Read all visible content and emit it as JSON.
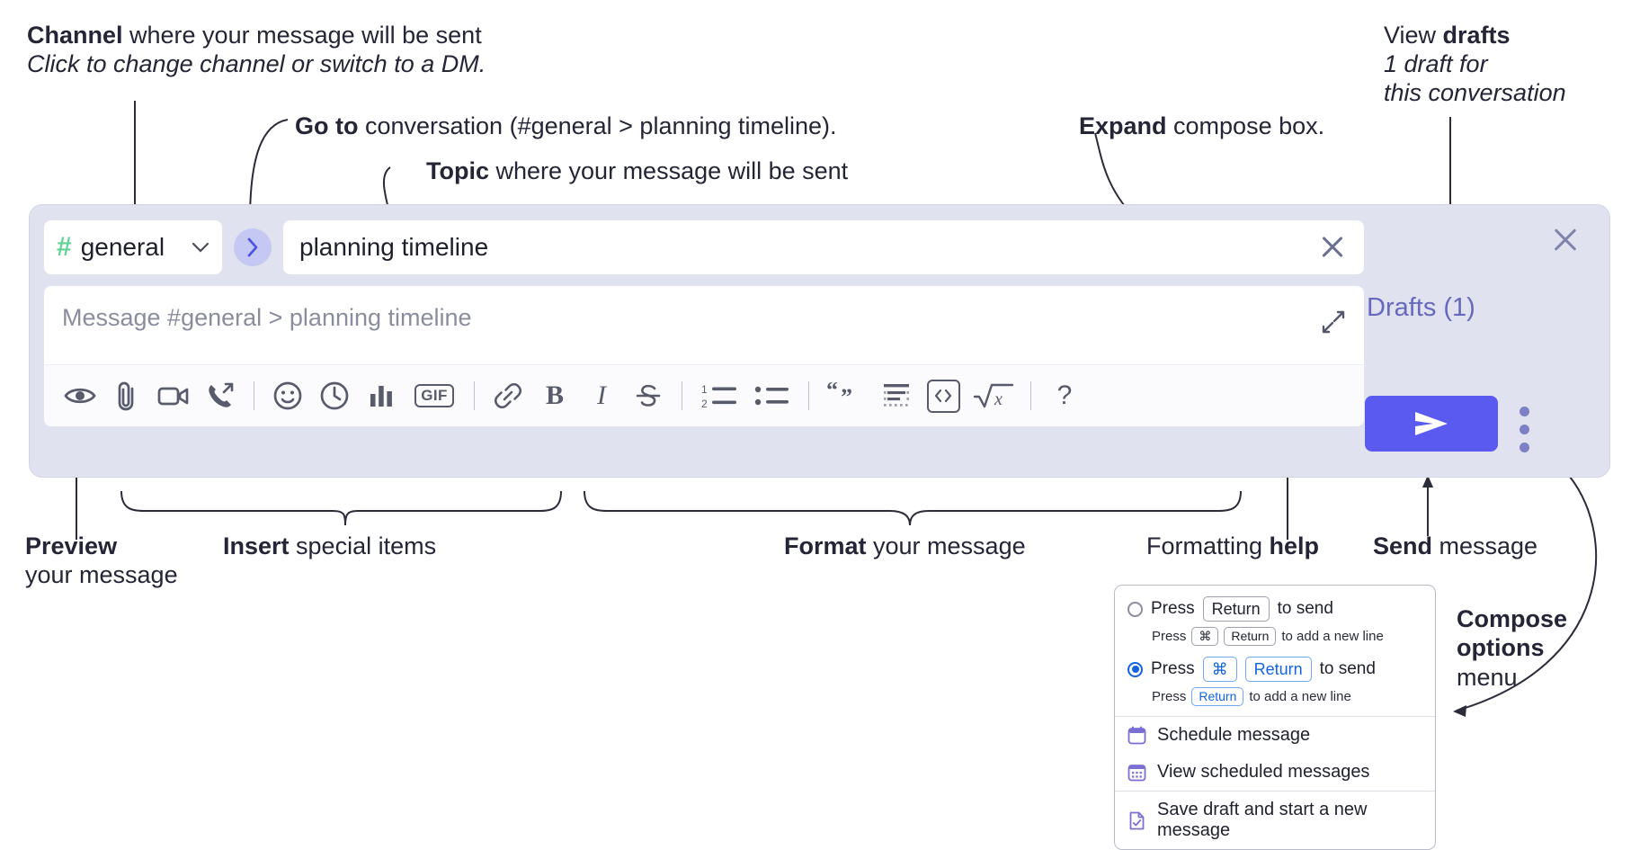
{
  "annotations": {
    "channel": {
      "bold": "Channel",
      "rest": " where your message will be sent",
      "italic": "Click to change channel or switch to a DM."
    },
    "goto": {
      "bold": "Go to",
      "rest": " conversation (#general > planning timeline)."
    },
    "topic": {
      "bold": "Topic",
      "rest": " where your message will be sent"
    },
    "expand": {
      "bold": "Expand",
      "rest": " compose box."
    },
    "drafts": {
      "lead": "View ",
      "bold": "drafts",
      "italic1": "1 draft for",
      "italic2": "this conversation"
    },
    "preview": {
      "bold": "Preview",
      "rest": "your message"
    },
    "insert": {
      "bold": "Insert",
      "rest": " special items"
    },
    "format": {
      "bold": "Format",
      "rest": " your message"
    },
    "formatting_help": {
      "lead": "Formatting ",
      "bold": "help"
    },
    "send": {
      "bold": "Send",
      "rest": " message"
    },
    "compose_options": {
      "bold1": "Compose",
      "bold2": "options",
      "rest": "menu"
    }
  },
  "compose": {
    "channel": {
      "hash": "#",
      "name": "general",
      "chevron": "chevron-down"
    },
    "goto_glyph": "›",
    "topic": {
      "value": "planning timeline",
      "clear": "close-icon"
    },
    "message": {
      "placeholder": "Message #general > planning timeline"
    },
    "toolbar": [
      {
        "name": "preview-icon",
        "label": "Preview"
      },
      {
        "name": "attachment-icon",
        "label": "Attach file"
      },
      {
        "name": "video-icon",
        "label": "Record video clip"
      },
      {
        "name": "audio-call-icon",
        "label": "Record audio clip"
      },
      {
        "name": "separator",
        "label": ""
      },
      {
        "name": "emoji-icon",
        "label": "Emoji"
      },
      {
        "name": "clock-icon",
        "label": "Reminder"
      },
      {
        "name": "poll-icon",
        "label": "Poll"
      },
      {
        "name": "gif-icon",
        "label": "GIF"
      },
      {
        "name": "separator",
        "label": ""
      },
      {
        "name": "link-icon",
        "label": "Link"
      },
      {
        "name": "bold-icon",
        "label": "B"
      },
      {
        "name": "italic-icon",
        "label": "I"
      },
      {
        "name": "strikethrough-icon",
        "label": "Strikethrough"
      },
      {
        "name": "separator",
        "label": ""
      },
      {
        "name": "ordered-list-icon",
        "label": "Ordered list"
      },
      {
        "name": "bulleted-list-icon",
        "label": "Bulleted list"
      },
      {
        "name": "separator",
        "label": ""
      },
      {
        "name": "blockquote-icon",
        "label": "Blockquote"
      },
      {
        "name": "code-block-icon",
        "label": "Code block"
      },
      {
        "name": "code-icon",
        "label": "Code"
      },
      {
        "name": "math-icon",
        "label": "Math"
      },
      {
        "name": "separator",
        "label": ""
      },
      {
        "name": "help-icon",
        "label": "?"
      }
    ],
    "panel_close": "close-icon",
    "drafts_link": "Drafts (1)",
    "send_button": "send-icon",
    "kebab": "compose-options-icon",
    "expand_icon": "expand-icon"
  },
  "options_menu": {
    "option1": {
      "pre": "Press",
      "key": "Return",
      "post": "to send",
      "selected": false,
      "sub_pre": "Press",
      "sub_key1": "⌘",
      "sub_key2": "Return",
      "sub_post": "to add a new line"
    },
    "option2": {
      "pre": "Press",
      "key1": "⌘",
      "key2": "Return",
      "post": "to send",
      "selected": true,
      "sub_pre": "Press",
      "sub_key": "Return",
      "sub_post": "to add a new line"
    },
    "items": [
      {
        "icon": "calendar-icon",
        "label": "Schedule message"
      },
      {
        "icon": "calendar-grid-icon",
        "label": "View scheduled messages"
      },
      {
        "icon": "save-draft-icon",
        "label": "Save draft and start a new message"
      }
    ]
  },
  "colors": {
    "panel_bg": "#e0e2ef",
    "send_button": "#5a59f0",
    "drafts_text": "#6569bd",
    "hash_green": "#63d297",
    "goto_bubble": "#c5c8f2",
    "radio_blue": "#1264e0"
  }
}
